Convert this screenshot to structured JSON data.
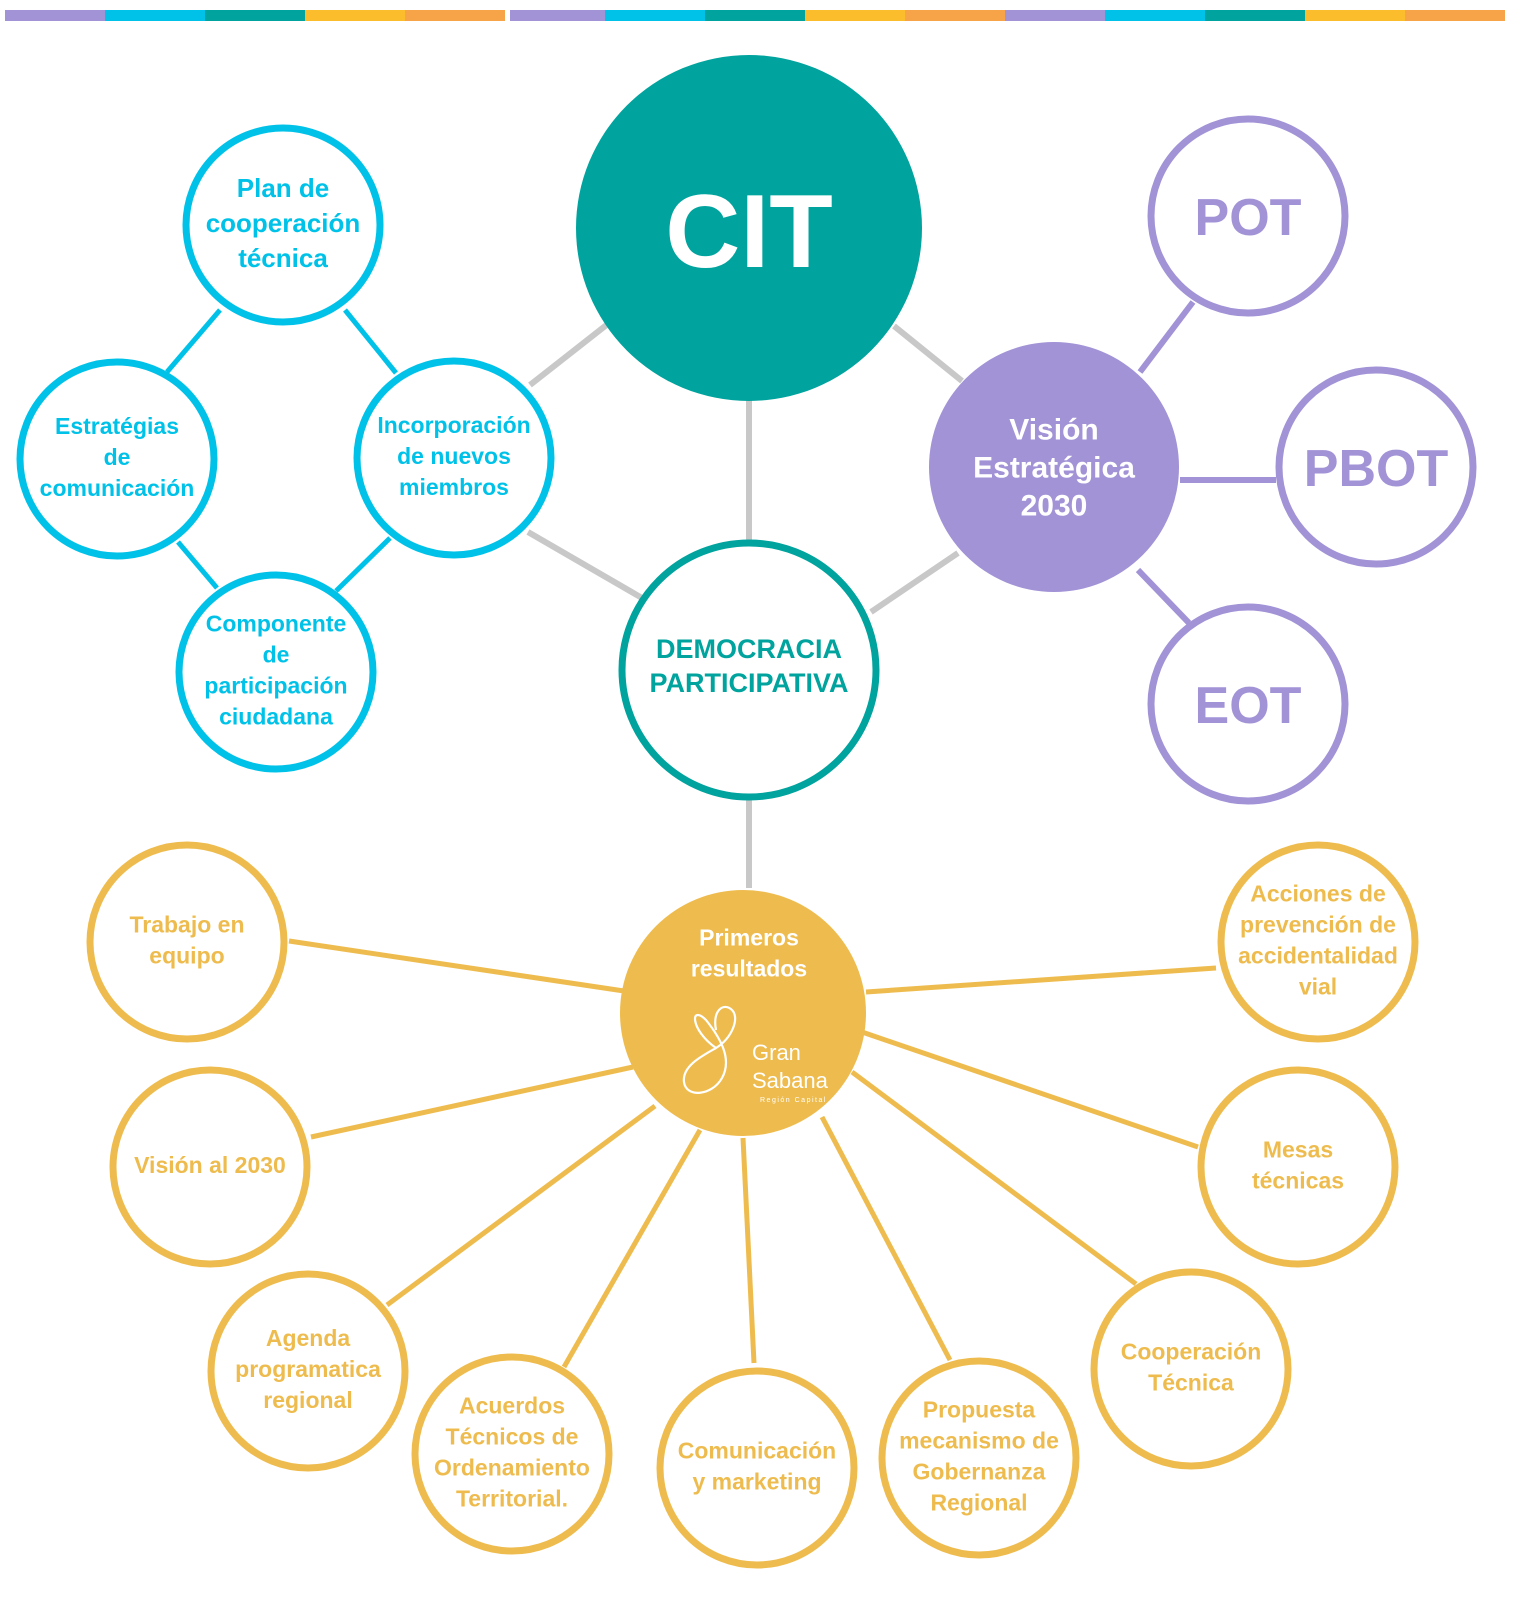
{
  "colors": {
    "teal": "#00a39d",
    "cyan": "#00c2e8",
    "purple": "#a292d6",
    "gold": "#eebc4e",
    "orange": "#f6a447",
    "connector_gray": "#c8c8c8",
    "white": "#ffffff"
  },
  "top_bar_colors": [
    "#a292d6",
    "#00c2e8",
    "#00a39d",
    "#fbbd2c",
    "#f6a447"
  ],
  "diagram": {
    "center": {
      "label": "CIT"
    },
    "hub": {
      "label_lines": [
        "DEMOCRACIA",
        "PARTICIPATIVA"
      ]
    },
    "vision": {
      "label_lines": [
        "Visión",
        "Estratégica",
        "2030"
      ]
    },
    "vision_children": [
      {
        "label_lines": [
          "POT"
        ]
      },
      {
        "label_lines": [
          "PBOT"
        ]
      },
      {
        "label_lines": [
          "EOT"
        ]
      }
    ],
    "cyan_nodes": [
      {
        "label_lines": [
          "Plan de",
          "cooperación",
          "técnica"
        ]
      },
      {
        "label_lines": [
          "Estratégias",
          "de",
          "comunicación"
        ]
      },
      {
        "label_lines": [
          "Incorporación",
          "de nuevos",
          "miembros"
        ]
      },
      {
        "label_lines": [
          "Componente",
          "de",
          "participación",
          "ciudadana"
        ]
      }
    ],
    "results": {
      "label_lines": [
        "Primeros",
        "resultados"
      ],
      "logo": {
        "line1": "Gran",
        "line2": "Sabana",
        "tagline": "Región Capital"
      }
    },
    "result_items": [
      {
        "label_lines": [
          "Trabajo en",
          "equipo"
        ]
      },
      {
        "label_lines": [
          "Visión al 2030"
        ]
      },
      {
        "label_lines": [
          "Agenda",
          "programatica",
          "regional"
        ]
      },
      {
        "label_lines": [
          "Acuerdos",
          "Técnicos de",
          "Ordenamiento",
          "Territorial."
        ]
      },
      {
        "label_lines": [
          "Comunicación",
          "y marketing"
        ]
      },
      {
        "label_lines": [
          "Propuesta",
          "mecanismo de",
          "Gobernanza",
          "Regional"
        ]
      },
      {
        "label_lines": [
          "Cooperación",
          "Técnica"
        ]
      },
      {
        "label_lines": [
          "Mesas",
          "técnicas"
        ]
      },
      {
        "label_lines": [
          "Acciones de",
          "prevención de",
          "accidentalidad",
          "vial"
        ]
      }
    ]
  }
}
